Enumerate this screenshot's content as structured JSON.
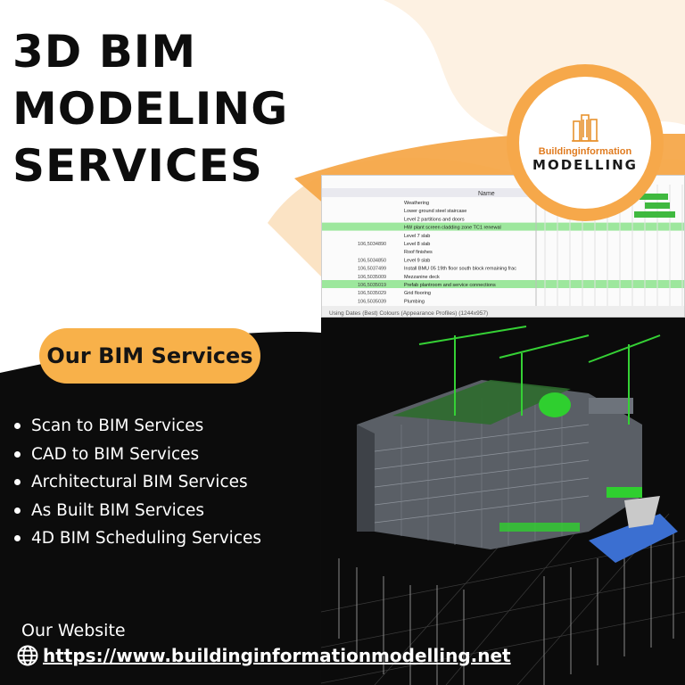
{
  "title": {
    "line1": "3D BIM",
    "line2": "MODELING",
    "line3": "SERVICES"
  },
  "logo": {
    "line1": "Buildinginformation",
    "line2": "MODELLING",
    "icon": "building-icon"
  },
  "services": {
    "heading": "Our BIM Services",
    "items": [
      "Scan to BIM Services",
      "CAD to BIM Services",
      "Architectural BIM Services",
      "As Built BIM Services",
      "4D BIM Scheduling Services"
    ]
  },
  "website": {
    "label": "Our Website",
    "url": "https://www.buildinginformationmodelling.net",
    "icon": "globe-icon"
  },
  "schedule": {
    "column_header": "Name",
    "tasks": [
      "Weathering",
      "Lower ground steel staircase",
      "Level 2 partitions and doors",
      "HW plant screen cladding zone TC1 renewal",
      "Level 7 slab",
      "Level 8 slab",
      "Roof finishes",
      "Level 9 slab",
      "Install BMU 05 19th floor south block remaining frac",
      "Mezzanine deck",
      "Prefab plantroom and service connections",
      "Grid flooring",
      "Plumbing"
    ],
    "ids": [
      "",
      "",
      "",
      "",
      "",
      "106,5034890",
      "",
      "106,5034850",
      "106,5037499",
      "106,5035009",
      "106,5035019",
      "106,5035029",
      "106,5035039"
    ],
    "status_bar": "Using Dates (Best) Colours (Appearance Profiles) (1244x957)"
  },
  "colors": {
    "accent_orange": "#f8b14a",
    "ring_orange": "#f6a84a",
    "dark_bg": "#0c0c0c",
    "highlight_green": "#7ee07e"
  }
}
